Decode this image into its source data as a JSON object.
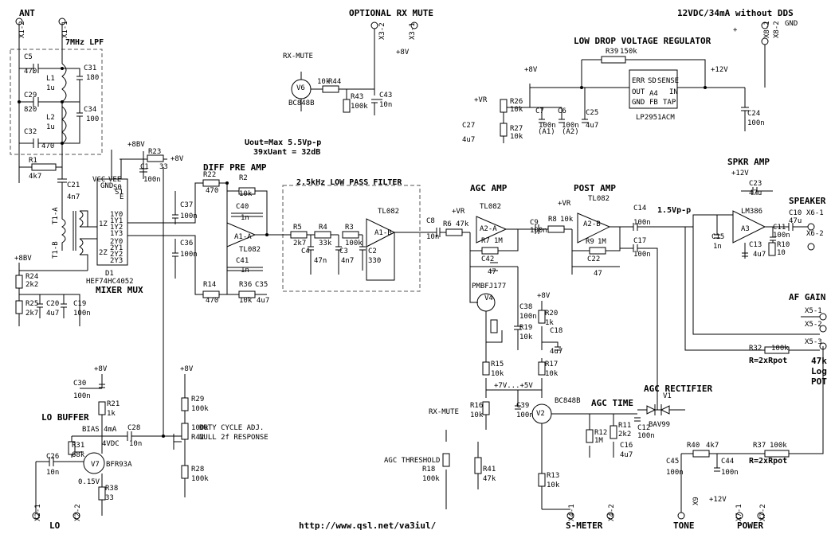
{
  "sections": {
    "ant": "ANT",
    "lpf7": "7MHz LPF",
    "rx_mute": "OPTIONAL RX MUTE",
    "power_note": "12VDC/34mA without DDS",
    "regulator": "LOW DROP VOLTAGE REGULATOR",
    "diff_pre_amp": "DIFF PRE AMP",
    "uout": "Uout=Max 5.5Vp-p",
    "gain": "39xUant = 32dB",
    "lpf25": "2.5kHz LOW PASS FILTER",
    "agc_amp": "AGC AMP",
    "post_amp": "POST AMP",
    "spkr_amp": "SPKR AMP",
    "speaker": "SPEAKER",
    "mixer_mux": "MIXER MUX",
    "lo_buffer": "LO BUFFER",
    "bias": "BIAS 4mA",
    "duty1": "DUTY CYCLE ADJ.",
    "duty2": "NULL 2f RESPONSE",
    "af_gain": "AF GAIN",
    "agc_rect": "AGC RECTIFIER",
    "agc_time": "AGC TIME",
    "agc_threshold": "AGC THRESHOLD",
    "rx_mute_label": "RX-MUTE",
    "rx_mute_label2": "RX-MUTE",
    "pot": [
      "47k",
      "Log",
      "POT"
    ],
    "vpp": "1.5Vp-p",
    "rpot1": "R=2xRpot",
    "rpot2": "R=2xRpot",
    "s_meter": "S-METER",
    "tone": "TONE",
    "power": "POWER",
    "lo": "LO",
    "url": "http://www.qsl.net/va3iul/"
  },
  "labels": [
    {
      "id": "x1-2",
      "text": "X1-2"
    },
    {
      "id": "x1-1",
      "text": "X1-1"
    },
    {
      "id": "c5",
      "text": "C5"
    },
    {
      "id": "c5v",
      "text": "470"
    },
    {
      "id": "c31",
      "text": "C31"
    },
    {
      "id": "c31v",
      "text": "180"
    },
    {
      "id": "l1",
      "text": "L1"
    },
    {
      "id": "l1v",
      "text": "1u"
    },
    {
      "id": "c29",
      "text": "C29"
    },
    {
      "id": "c29v",
      "text": "820"
    },
    {
      "id": "c34",
      "text": "C34"
    },
    {
      "id": "c34v",
      "text": "100"
    },
    {
      "id": "l2",
      "text": "L2"
    },
    {
      "id": "l2v",
      "text": "1u"
    },
    {
      "id": "c32",
      "text": "C32"
    },
    {
      "id": "c32v",
      "text": "470"
    },
    {
      "id": "r1",
      "text": "R1"
    },
    {
      "id": "r1v",
      "text": "4k7"
    },
    {
      "id": "c21",
      "text": "C21"
    },
    {
      "id": "c21v",
      "text": "4n7"
    },
    {
      "id": "t1a",
      "text": "T1-A"
    },
    {
      "id": "t1b",
      "text": "T1-B"
    },
    {
      "id": "p8bv",
      "text": "+8BV"
    },
    {
      "id": "r24",
      "text": "R24"
    },
    {
      "id": "r24v",
      "text": "2k2"
    },
    {
      "id": "r25",
      "text": "R25"
    },
    {
      "id": "r25v",
      "text": "2k7"
    },
    {
      "id": "c20",
      "text": "C20"
    },
    {
      "id": "c20v",
      "text": "4u7"
    },
    {
      "id": "c19",
      "text": "C19"
    },
    {
      "id": "c19v",
      "text": "100n"
    },
    {
      "id": "p8bv2",
      "text": "+8BV"
    },
    {
      "id": "r23",
      "text": "R23"
    },
    {
      "id": "r23v",
      "text": "33"
    },
    {
      "id": "p8v1",
      "text": "+8V"
    },
    {
      "id": "c1",
      "text": "C1"
    },
    {
      "id": "c1v",
      "text": "100n"
    },
    {
      "id": "vcc",
      "text": "VCC"
    },
    {
      "id": "vee",
      "text": "VEE"
    },
    {
      "id": "gnd",
      "text": "GND"
    },
    {
      "id": "s0",
      "text": "S0"
    },
    {
      "id": "s1",
      "text": "S1"
    },
    {
      "id": "e",
      "text": "E"
    },
    {
      "id": "p1z",
      "text": "1Z"
    },
    {
      "id": "p2z",
      "text": "2Z"
    },
    {
      "id": "p1y0",
      "text": "1Y0"
    },
    {
      "id": "p1y1",
      "text": "1Y1"
    },
    {
      "id": "p1y2",
      "text": "1Y2"
    },
    {
      "id": "p1y3",
      "text": "1Y3"
    },
    {
      "id": "p2y0",
      "text": "2Y0"
    },
    {
      "id": "p2y1",
      "text": "2Y1"
    },
    {
      "id": "p2y2",
      "text": "2Y2"
    },
    {
      "id": "p2y3",
      "text": "2Y3"
    },
    {
      "id": "d1",
      "text": "D1"
    },
    {
      "id": "d1v",
      "text": "HEF74HC4052"
    },
    {
      "id": "r22",
      "text": "R22"
    },
    {
      "id": "r22v",
      "text": "470"
    },
    {
      "id": "r2",
      "text": "R2"
    },
    {
      "id": "r2v",
      "text": "10k"
    },
    {
      "id": "c40",
      "text": "C40"
    },
    {
      "id": "c40v",
      "text": "1n"
    },
    {
      "id": "c37",
      "text": "C37"
    },
    {
      "id": "c37v",
      "text": "100n"
    },
    {
      "id": "c36",
      "text": "C36"
    },
    {
      "id": "c36v",
      "text": "100n"
    },
    {
      "id": "a1a",
      "text": "A1-A"
    },
    {
      "id": "tl1",
      "text": "TL082"
    },
    {
      "id": "c41",
      "text": "C41"
    },
    {
      "id": "c41v",
      "text": "1n"
    },
    {
      "id": "r14",
      "text": "R14"
    },
    {
      "id": "r14v",
      "text": "470"
    },
    {
      "id": "r36",
      "text": "R36"
    },
    {
      "id": "r36v",
      "text": "10k"
    },
    {
      "id": "c35",
      "text": "C35"
    },
    {
      "id": "c35v",
      "text": "4u7"
    },
    {
      "id": "r5",
      "text": "R5"
    },
    {
      "id": "r5v",
      "text": "2k7"
    },
    {
      "id": "r4",
      "text": "R4"
    },
    {
      "id": "r4v",
      "text": "33k"
    },
    {
      "id": "r3",
      "text": "R3"
    },
    {
      "id": "r3v",
      "text": "100k"
    },
    {
      "id": "c4",
      "text": "C4"
    },
    {
      "id": "c4v",
      "text": "47n"
    },
    {
      "id": "c3",
      "text": "C3"
    },
    {
      "id": "c3v",
      "text": "4n7"
    },
    {
      "id": "c2",
      "text": "C2"
    },
    {
      "id": "c2v",
      "text": "330"
    },
    {
      "id": "a1b",
      "text": "A1-B"
    },
    {
      "id": "tl2",
      "text": "TL082"
    },
    {
      "id": "c8",
      "text": "C8"
    },
    {
      "id": "c8v",
      "text": "10n"
    },
    {
      "id": "pvr1",
      "text": "+VR"
    },
    {
      "id": "r6",
      "text": "R6"
    },
    {
      "id": "r6v",
      "text": "47k"
    },
    {
      "id": "a2a",
      "text": "A2-A"
    },
    {
      "id": "tl3",
      "text": "TL082"
    },
    {
      "id": "r7",
      "text": "R7"
    },
    {
      "id": "r7v",
      "text": "1M"
    },
    {
      "id": "c42",
      "text": "C42"
    },
    {
      "id": "c42v",
      "text": "47"
    },
    {
      "id": "v4n",
      "text": "PMBFJ177"
    },
    {
      "id": "v4",
      "text": "V4"
    },
    {
      "id": "c38",
      "text": "C38"
    },
    {
      "id": "c38v",
      "text": "100n"
    },
    {
      "id": "r19",
      "text": "R19"
    },
    {
      "id": "r19v",
      "text": "10k"
    },
    {
      "id": "c9",
      "text": "C9"
    },
    {
      "id": "c9v",
      "text": "100n"
    },
    {
      "id": "r8",
      "text": "R8"
    },
    {
      "id": "r8v",
      "text": "10k"
    },
    {
      "id": "pvr2",
      "text": "+VR"
    },
    {
      "id": "a2b",
      "text": "A2-B"
    },
    {
      "id": "tl4",
      "text": "TL082"
    },
    {
      "id": "r9",
      "text": "R9"
    },
    {
      "id": "r9v",
      "text": "1M"
    },
    {
      "id": "c22",
      "text": "C22"
    },
    {
      "id": "c22v",
      "text": "47"
    },
    {
      "id": "c14",
      "text": "C14"
    },
    {
      "id": "c14v",
      "text": "100n"
    },
    {
      "id": "c17",
      "text": "C17"
    },
    {
      "id": "c17v",
      "text": "100n"
    },
    {
      "id": "r44",
      "text": "R44"
    },
    {
      "id": "r44v",
      "text": "10k"
    },
    {
      "id": "v6",
      "text": "V6"
    },
    {
      "id": "bc1",
      "text": "BC848B"
    },
    {
      "id": "r43",
      "text": "R43"
    },
    {
      "id": "r43v",
      "text": "100k"
    },
    {
      "id": "c43",
      "text": "C43"
    },
    {
      "id": "c43v",
      "text": "10n"
    },
    {
      "id": "x3-2",
      "text": "X3-2"
    },
    {
      "id": "x3-1",
      "text": "X3-1"
    },
    {
      "id": "p8v2",
      "text": "+8V"
    },
    {
      "id": "r39",
      "text": "R39"
    },
    {
      "id": "r39v",
      "text": "150k"
    },
    {
      "id": "p8v3",
      "text": "+8V"
    },
    {
      "id": "pvr3",
      "text": "+VR"
    },
    {
      "id": "r26",
      "text": "R26"
    },
    {
      "id": "r26v",
      "text": "10k"
    },
    {
      "id": "r27",
      "text": "R27"
    },
    {
      "id": "r27v",
      "text": "10k"
    },
    {
      "id": "c27",
      "text": "C27"
    },
    {
      "id": "c27v",
      "text": "4u7"
    },
    {
      "id": "c7",
      "text": "C7"
    },
    {
      "id": "c7v",
      "text": "100n"
    },
    {
      "id": "c7a",
      "text": "(A1)"
    },
    {
      "id": "c6",
      "text": "C6"
    },
    {
      "id": "c6v",
      "text": "100n"
    },
    {
      "id": "c6a",
      "text": "(A2)"
    },
    {
      "id": "c25",
      "text": "C25"
    },
    {
      "id": "c25v",
      "text": "4u7"
    },
    {
      "id": "err",
      "text": "ERR"
    },
    {
      "id": "sd",
      "text": "SD"
    },
    {
      "id": "sense",
      "text": "SENSE"
    },
    {
      "id": "out",
      "text": "OUT"
    },
    {
      "id": "a4",
      "text": "A4"
    },
    {
      "id": "in",
      "text": "IN"
    },
    {
      "id": "rgnd",
      "text": "GND"
    },
    {
      "id": "fb",
      "text": "FB"
    },
    {
      "id": "tap",
      "text": "TAP"
    },
    {
      "id": "lp",
      "text": "LP2951ACM"
    },
    {
      "id": "p12v",
      "text": "+12V"
    },
    {
      "id": "c24",
      "text": "C24"
    },
    {
      "id": "c24v",
      "text": "100n"
    },
    {
      "id": "plus",
      "text": "+"
    },
    {
      "id": "x8-1",
      "text": "X8-1"
    },
    {
      "id": "x8-2",
      "text": "X8-2"
    },
    {
      "id": "pgnd",
      "text": "GND"
    },
    {
      "id": "p12v2",
      "text": "+12V"
    },
    {
      "id": "c23",
      "text": "C23"
    },
    {
      "id": "c23v",
      "text": "47u"
    },
    {
      "id": "a3",
      "text": "A3"
    },
    {
      "id": "lm",
      "text": "LM386"
    },
    {
      "id": "c15",
      "text": "C15"
    },
    {
      "id": "c15v",
      "text": "1n"
    },
    {
      "id": "c13",
      "text": "C13"
    },
    {
      "id": "c13v",
      "text": "4u7"
    },
    {
      "id": "c11",
      "text": "C11"
    },
    {
      "id": "c11v",
      "text": "100n"
    },
    {
      "id": "r10",
      "text": "R10"
    },
    {
      "id": "r10v",
      "text": "10"
    },
    {
      "id": "c10",
      "text": "C10"
    },
    {
      "id": "c10v",
      "text": "47u"
    },
    {
      "id": "x6-1",
      "text": "X6-1"
    },
    {
      "id": "x6-2",
      "text": "X6-2"
    },
    {
      "id": "x5-1",
      "text": "X5-1"
    },
    {
      "id": "x5-2",
      "text": "X5-2"
    },
    {
      "id": "x5-3",
      "text": "X5-3"
    },
    {
      "id": "r32",
      "text": "R32"
    },
    {
      "id": "r32v",
      "text": "100k"
    },
    {
      "id": "p8v4",
      "text": "+8V"
    },
    {
      "id": "c30",
      "text": "C30"
    },
    {
      "id": "c30v",
      "text": "100n"
    },
    {
      "id": "r21",
      "text": "R21"
    },
    {
      "id": "r21v",
      "text": "1k"
    },
    {
      "id": "vdc4",
      "text": "4VDC"
    },
    {
      "id": "c28",
      "text": "C28"
    },
    {
      "id": "c28v",
      "text": "10n"
    },
    {
      "id": "r31",
      "text": "R31"
    },
    {
      "id": "r31v",
      "text": "68k"
    },
    {
      "id": "c26",
      "text": "C26"
    },
    {
      "id": "c26v",
      "text": "10n"
    },
    {
      "id": "v7",
      "text": "V7"
    },
    {
      "id": "bfr",
      "text": "BFR93A"
    },
    {
      "id": "v015",
      "text": "0.15V"
    },
    {
      "id": "r38",
      "text": "R38"
    },
    {
      "id": "r38v",
      "text": "33"
    },
    {
      "id": "x2-1",
      "text": "X2-1"
    },
    {
      "id": "x2-2",
      "text": "X2-2"
    },
    {
      "id": "p8v5",
      "text": "+8V"
    },
    {
      "id": "r29",
      "text": "R29"
    },
    {
      "id": "r29v",
      "text": "100k"
    },
    {
      "id": "r42v",
      "text": "100k"
    },
    {
      "id": "r42",
      "text": "R42"
    },
    {
      "id": "r28",
      "text": "R28"
    },
    {
      "id": "r28v",
      "text": "100k"
    },
    {
      "id": "p8v6",
      "text": "+8V"
    },
    {
      "id": "r20",
      "text": "R20"
    },
    {
      "id": "r20v",
      "text": "1k"
    },
    {
      "id": "c18",
      "text": "C18"
    },
    {
      "id": "c18v",
      "text": "4u7"
    },
    {
      "id": "r15",
      "text": "R15"
    },
    {
      "id": "r15v",
      "text": "10k"
    },
    {
      "id": "r17",
      "text": "R17"
    },
    {
      "id": "r17v",
      "text": "10k"
    },
    {
      "id": "p7v",
      "text": "+7V...+5V"
    },
    {
      "id": "r16",
      "text": "R16"
    },
    {
      "id": "r16v",
      "text": "10k"
    },
    {
      "id": "c39",
      "text": "C39"
    },
    {
      "id": "c39v",
      "text": "100n"
    },
    {
      "id": "r18",
      "text": "R18"
    },
    {
      "id": "r18v",
      "text": "100k"
    },
    {
      "id": "r41",
      "text": "R41"
    },
    {
      "id": "r41v",
      "text": "47k"
    },
    {
      "id": "v2",
      "text": "V2"
    },
    {
      "id": "bc2",
      "text": "BC848B"
    },
    {
      "id": "r12",
      "text": "R12"
    },
    {
      "id": "r12v",
      "text": "1M"
    },
    {
      "id": "r11",
      "text": "R11"
    },
    {
      "id": "r11v",
      "text": "2k2"
    },
    {
      "id": "c16",
      "text": "C16"
    },
    {
      "id": "c16v",
      "text": "4u7"
    },
    {
      "id": "c12",
      "text": "C12"
    },
    {
      "id": "c12v",
      "text": "100n"
    },
    {
      "id": "r13",
      "text": "R13"
    },
    {
      "id": "r13v",
      "text": "10k"
    },
    {
      "id": "x4-1",
      "text": "X4-1"
    },
    {
      "id": "x4-2",
      "text": "X4-2"
    },
    {
      "id": "v1",
      "text": "V1"
    },
    {
      "id": "bav",
      "text": "BAV99"
    },
    {
      "id": "r40",
      "text": "R40"
    },
    {
      "id": "r40v",
      "text": "4k7"
    },
    {
      "id": "r37",
      "text": "R37"
    },
    {
      "id": "r37v",
      "text": "100k"
    },
    {
      "id": "c45",
      "text": "C45"
    },
    {
      "id": "c45v",
      "text": "100n"
    },
    {
      "id": "c44",
      "text": "C44"
    },
    {
      "id": "c44v",
      "text": "100n"
    },
    {
      "id": "x9",
      "text": "X9"
    },
    {
      "id": "p12v3",
      "text": "+12V"
    },
    {
      "id": "x7-1",
      "text": "X7-1"
    },
    {
      "id": "x7-2",
      "text": "X7-2"
    }
  ]
}
